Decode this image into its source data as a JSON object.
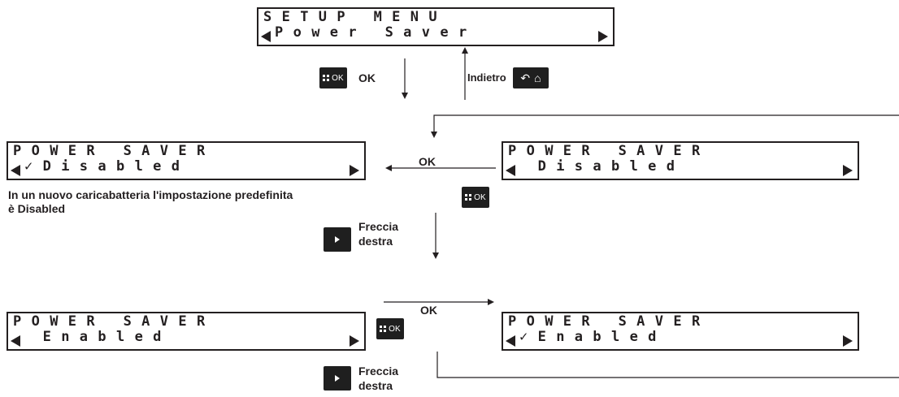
{
  "setup_menu": {
    "line1": [
      "S",
      "E",
      "T",
      "U",
      "P",
      " ",
      "M",
      "E",
      "N",
      "U"
    ],
    "line2": [
      "P",
      "o",
      "w",
      "e",
      "r",
      " ",
      "S",
      "a",
      "v",
      "e",
      "r"
    ]
  },
  "power_saver_title": [
    "P",
    "O",
    "W",
    "E",
    "R",
    " ",
    "S",
    "A",
    "V",
    "E",
    "R"
  ],
  "disabled_selected": [
    "✓",
    "D",
    "i",
    "s",
    "a",
    "b",
    "l",
    "e",
    "d"
  ],
  "disabled": [
    " ",
    "D",
    "i",
    "s",
    "a",
    "b",
    "l",
    "e",
    "d"
  ],
  "enabled": [
    " ",
    "E",
    "n",
    "a",
    "b",
    "l",
    "e",
    "d"
  ],
  "enabled_selected": [
    "✓",
    "E",
    "n",
    "a",
    "b",
    "l",
    "e",
    "d"
  ],
  "labels": {
    "ok": "OK",
    "indietro": "Indietro",
    "freccia_destra_1": "Freccia",
    "freccia_destra_2": "destra",
    "ok_button": "OK"
  },
  "note": {
    "line1": "In un nuovo caricabatteria l'impostazione predefinita",
    "line2": "è Disabled"
  },
  "icons": [
    "grid-icon",
    "back-arrow-icon",
    "home-icon",
    "play-icon",
    "triangle-left-icon",
    "triangle-right-icon",
    "check-icon"
  ],
  "colors": {
    "ink": "#231f20",
    "button": "#1f1f1f"
  }
}
